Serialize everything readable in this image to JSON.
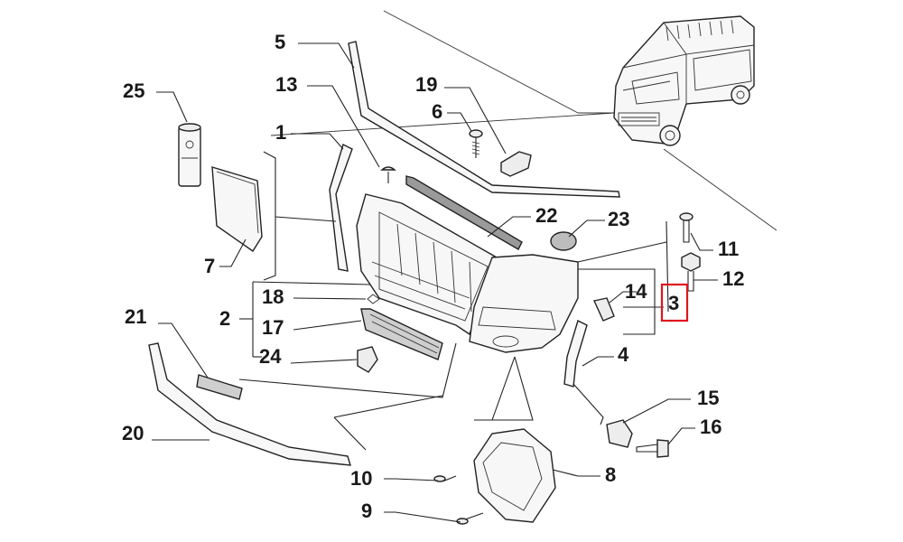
{
  "diagram": {
    "callouts": [
      {
        "id": "c1",
        "text": "1"
      },
      {
        "id": "c2",
        "text": "2"
      },
      {
        "id": "c3",
        "text": "3",
        "highlighted": true
      },
      {
        "id": "c4",
        "text": "4"
      },
      {
        "id": "c5",
        "text": "5"
      },
      {
        "id": "c6",
        "text": "6"
      },
      {
        "id": "c7",
        "text": "7"
      },
      {
        "id": "c8",
        "text": "8"
      },
      {
        "id": "c9",
        "text": "9"
      },
      {
        "id": "c10",
        "text": "10"
      },
      {
        "id": "c11",
        "text": "11"
      },
      {
        "id": "c12",
        "text": "12"
      },
      {
        "id": "c13",
        "text": "13"
      },
      {
        "id": "c14",
        "text": "14"
      },
      {
        "id": "c15",
        "text": "15"
      },
      {
        "id": "c16",
        "text": "16"
      },
      {
        "id": "c17",
        "text": "17"
      },
      {
        "id": "c18",
        "text": "18"
      },
      {
        "id": "c19",
        "text": "19"
      },
      {
        "id": "c20",
        "text": "20"
      },
      {
        "id": "c21",
        "text": "21"
      },
      {
        "id": "c22",
        "text": "22"
      },
      {
        "id": "c23",
        "text": "23"
      },
      {
        "id": "c24",
        "text": "24"
      },
      {
        "id": "c25",
        "text": "25"
      }
    ],
    "highlight_color": "#e0141e",
    "line_color": "#222222"
  }
}
